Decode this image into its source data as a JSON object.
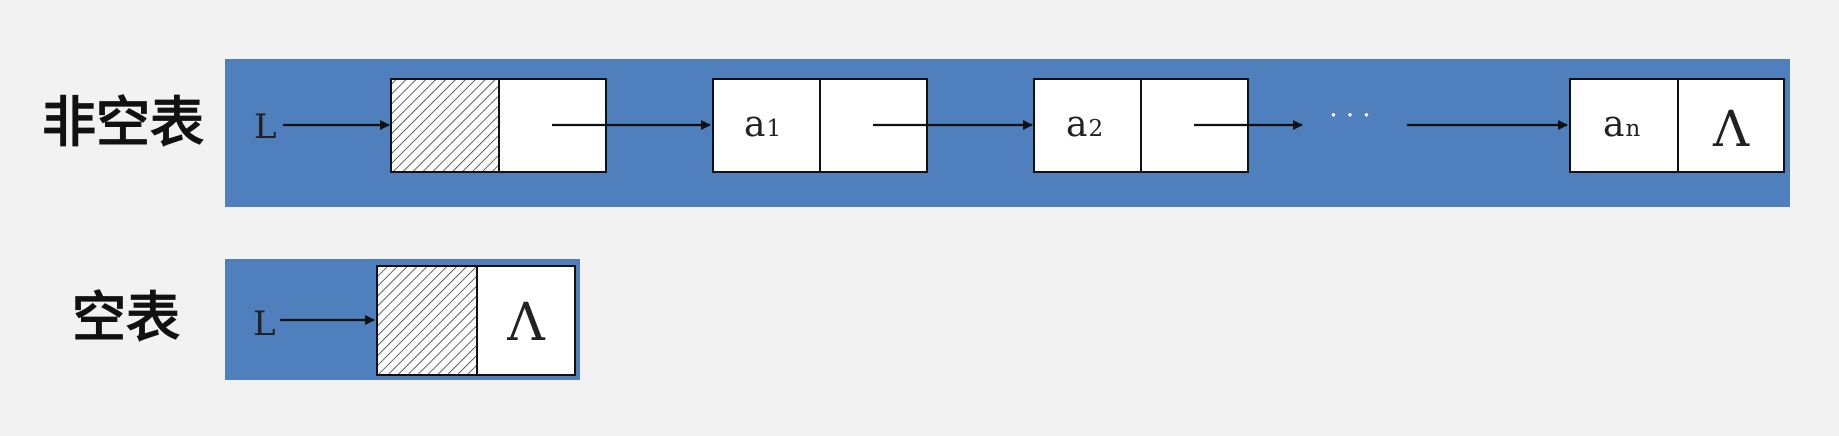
{
  "rows": {
    "non_empty": {
      "label": "非空表",
      "head_pointer": "L",
      "nodes": [
        {
          "data": "a",
          "subscript": "1"
        },
        {
          "data": "a",
          "subscript": "2"
        }
      ],
      "ellipsis": "· · ·",
      "last_node": {
        "data": "a",
        "subscript": "n",
        "next": "Λ"
      }
    },
    "empty": {
      "label": "空表",
      "head_pointer": "L",
      "next": "Λ"
    }
  },
  "colors": {
    "page_background": "#f2f2f2",
    "panel_fill": "#4f7fbd",
    "node_fill": "#ffffff",
    "stroke": "#111111"
  }
}
